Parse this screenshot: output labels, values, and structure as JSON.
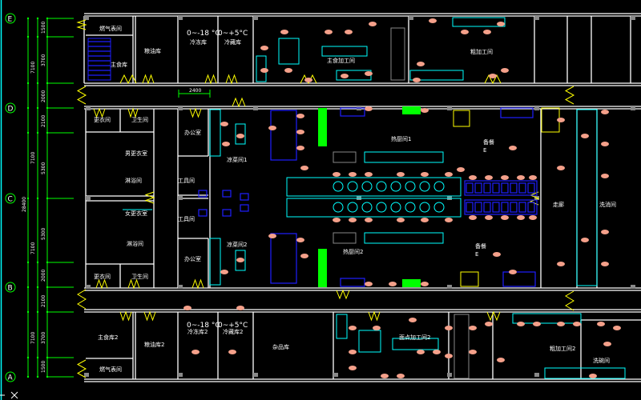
{
  "axes": [
    "E",
    "D",
    "C",
    "B",
    "A"
  ],
  "dimensions": {
    "left_totals": [
      "7100",
      "7100",
      "7100",
      "7100"
    ],
    "overall": "28400",
    "segments": [
      "1500",
      "3700",
      "2000",
      "2100",
      "5300",
      "5300",
      "2000",
      "2100",
      "3700",
      "1500"
    ],
    "door_width": "2400"
  },
  "temperatures": {
    "freezer_top": "0~-18 °C",
    "chiller_top": "0~+5°C",
    "freezer_bottom": "0~-18 °C",
    "chiller_bottom": "0~+5°C"
  },
  "rooms": {
    "gas_meter_1": "燃气表间",
    "staple_store_1": "主食库",
    "grain_store_1": "粮油库",
    "freezer_1": "冷冻库",
    "chiller_1": "冷藏库",
    "pastry_1": "主食加工间",
    "rough_1": "粗加工间",
    "changing_1": "更衣间",
    "toilet_1": "卫生间",
    "male_locker": "男更衣室",
    "female_locker": "女更衣室",
    "shower": "淋浴间",
    "office_1": "办公室",
    "tool_1": "工具间",
    "tool_2": "工具间",
    "office_2": "办公室",
    "cold_dish_1": "凉菜间1",
    "cold_dish_2": "凉菜间2",
    "cooking_1": "热厨间1",
    "cooking_2": "热厨间2",
    "serving_1": "备餐",
    "serving_2": "备餐",
    "marker_e1": "E",
    "marker_e2": "E",
    "corridor_right": "走廊",
    "dish_1": "洗消间",
    "changing_2": "更衣间",
    "toilet_2": "卫生间",
    "staple_store_2": "主食库2",
    "grain_store_2": "粮油库2",
    "gas_meter_2": "燃气表间",
    "freezer_2": "冷冻库2",
    "chiller_2": "冷藏库2",
    "general_store": "杂品库",
    "pastry_2": "面点加工间2",
    "rough_2": "粗加工间2",
    "dish_2": "洗碗间"
  },
  "colors": {
    "background": "#000000",
    "wall": "#ffffff",
    "dimension": "#00ff00",
    "door": "#ffff00",
    "equipment": "#00ffff",
    "furniture": "#1e1eff",
    "tag": "#f4a08a"
  }
}
